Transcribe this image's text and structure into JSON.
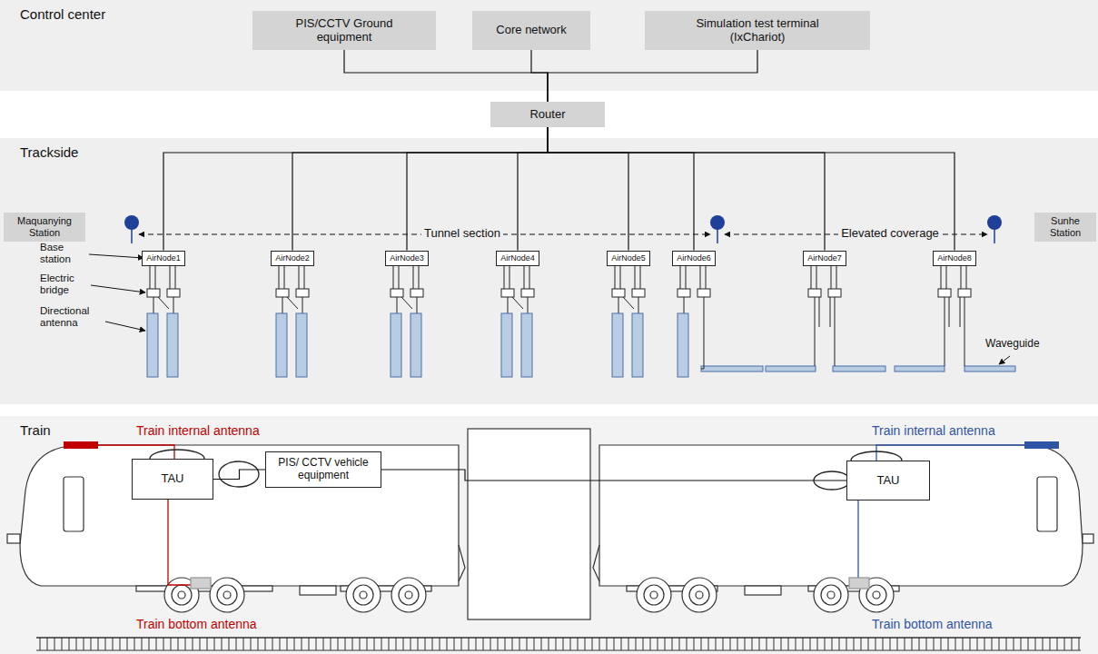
{
  "diagram": {
    "nodes": [
      {
        "text": [
          "Control center"
        ]
      },
      {
        "text": [
          "PIS/CCTV Ground equipment"
        ],
        "in": 0
      },
      {
        "text": [
          "Core network"
        ],
        "in": 0
      },
      {
        "text": [
          "Simulation test terminal (IxChariot)"
        ],
        "in": 0
      },
      {
        "text": [
          "Router"
        ],
        "in": 0
      },
      {
        "text": [
          "Trackside"
        ]
      },
      {
        "text": [
          "Maquanying Station"
        ],
        "in": 5
      },
      {
        "text": [
          "AirNode1"
        ],
        "in": 5
      },
      {
        "text": [
          "AirNode2"
        ],
        "in": 5
      },
      {
        "text": [
          "AirNode3"
        ],
        "in": 5
      },
      {
        "text": [
          "AirNode4"
        ],
        "in": 5
      },
      {
        "text": [
          "AirNode5"
        ],
        "in": 5
      },
      {
        "text": [
          "AirNode6"
        ],
        "in": 5
      },
      {
        "text": [
          "AirNode7"
        ],
        "in": 5
      },
      {
        "text": [
          "AirNode8"
        ],
        "in": 5
      },
      {
        "text": [
          "Sunhe Station"
        ],
        "in": 5
      },
      {
        "text": [
          "Train"
        ]
      },
      {
        "text": [
          "TAU"
        ],
        "in": 16
      },
      {
        "text": [
          "PIS/ CCTV vehicle equipment"
        ],
        "in": 16
      },
      {
        "text": [
          "TAU"
        ],
        "in": 16
      }
    ],
    "edges": [
      {
        "from": 1,
        "to": 4,
        "arrow": "none"
      },
      {
        "from": 2,
        "to": 4,
        "arrow": "none"
      },
      {
        "from": 3,
        "to": 4,
        "arrow": "none"
      },
      {
        "from": 4,
        "to": 7,
        "arrow": "none"
      },
      {
        "from": 4,
        "to": 8,
        "arrow": "none"
      },
      {
        "from": 4,
        "to": 9,
        "arrow": "none"
      },
      {
        "from": 4,
        "to": 10,
        "arrow": "none"
      },
      {
        "from": 4,
        "to": 11,
        "arrow": "none"
      },
      {
        "from": 4,
        "to": 12,
        "arrow": "none"
      },
      {
        "from": 4,
        "to": 13,
        "arrow": "none"
      },
      {
        "from": 4,
        "to": 14,
        "arrow": "none"
      },
      {
        "from": 17,
        "to": 18,
        "arrow": "none"
      },
      {
        "from": 18,
        "to": 19,
        "arrow": "none"
      }
    ],
    "labels": [
      "Base station",
      "Electric bridge",
      "Directional antenna",
      "Tunnel section",
      "Elevated coverage",
      "Waveguide",
      "Train internal antenna",
      "Train internal antenna",
      "Train bottom antenna",
      "Train bottom antenna"
    ]
  }
}
